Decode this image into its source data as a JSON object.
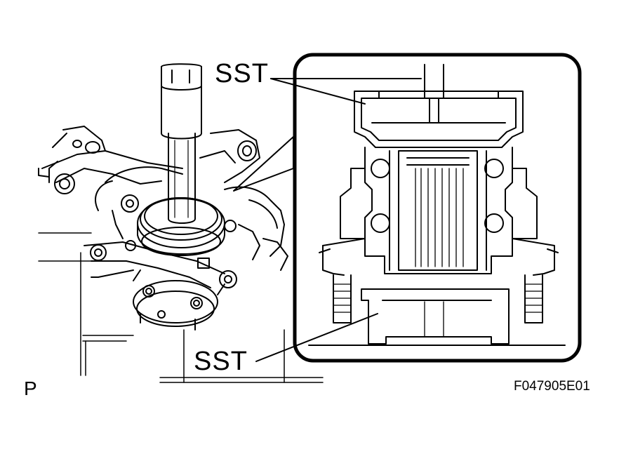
{
  "labels": {
    "sst_top": "SST",
    "sst_bottom": "SST",
    "view_mark": "P",
    "figure_id": "F047905E01"
  },
  "colors": {
    "line": "#000000",
    "background": "#ffffff"
  }
}
